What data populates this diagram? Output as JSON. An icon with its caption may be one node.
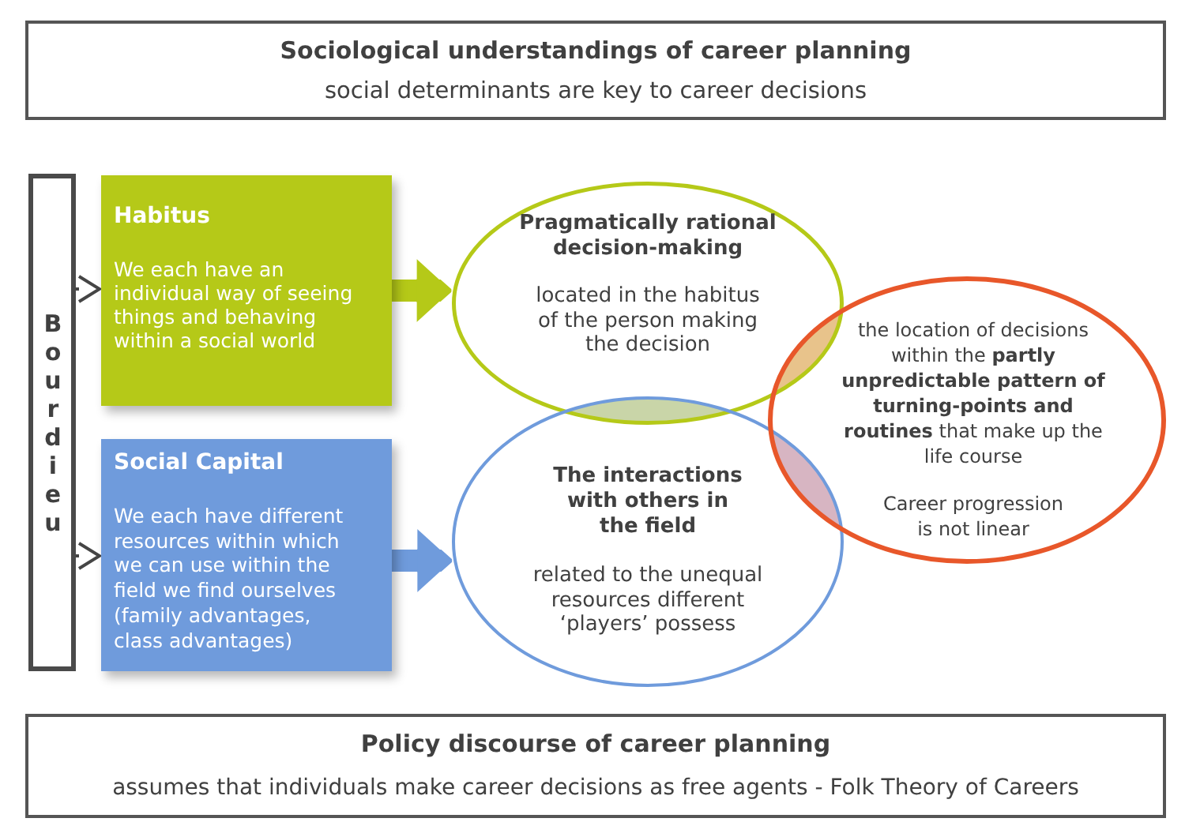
{
  "diagram": {
    "nodes": [
      {
        "text": [
          "Sociological understandings of career planning",
          "social determinants are key to career decisions"
        ]
      },
      {
        "text": [
          "Bourdieu"
        ]
      },
      {
        "text": [
          "Habitus",
          "We each have an individual way of seeing things and behaving within a social world"
        ]
      },
      {
        "text": [
          "Social Capital",
          "We each have different resources within which we can use within the field we find ourselves (family advantages, class advantages)"
        ]
      },
      {
        "text": [
          "Pragmatically rational decision-making",
          "located in the habitus of the person making the decision"
        ]
      },
      {
        "text": [
          "The interactions with others in the field",
          "related to the unequal resources different ‘players’ possess"
        ]
      },
      {
        "text": [
          "the location of decisions within the **partly unpredictable pattern of turning-points and routines** that make up the life course",
          "Career progression is not linear"
        ]
      },
      {
        "text": [
          "Policy discourse of career planning",
          "assumes that individuals make career decisions as free agents - Folk Theory of Careers"
        ]
      }
    ],
    "edges": [
      {
        "from": 1,
        "to": 2,
        "arrow": "to"
      },
      {
        "from": 1,
        "to": 3,
        "arrow": "to"
      },
      {
        "from": 2,
        "to": 4,
        "arrow": "to",
        "style": "thick",
        "color": "#b5c918"
      },
      {
        "from": 3,
        "to": 5,
        "arrow": "to",
        "style": "thick",
        "color": "#6f9bdc"
      }
    ]
  }
}
